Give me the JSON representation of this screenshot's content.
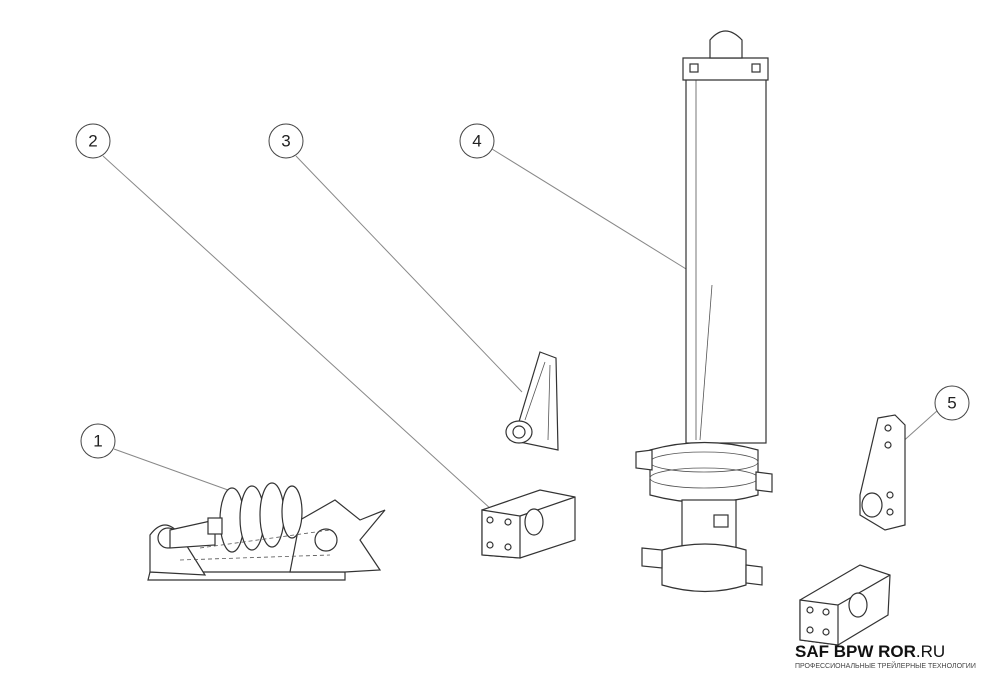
{
  "callouts": [
    "1",
    "2",
    "3",
    "4",
    "5"
  ],
  "logo": {
    "brand": "SAF BPW ROR",
    "domain": ".RU",
    "tagline": "ПРОФЕССИОНАЛЬНЫЕ ТРЕЙЛЕРНЫЕ ТЕХНОЛОГИИ"
  }
}
